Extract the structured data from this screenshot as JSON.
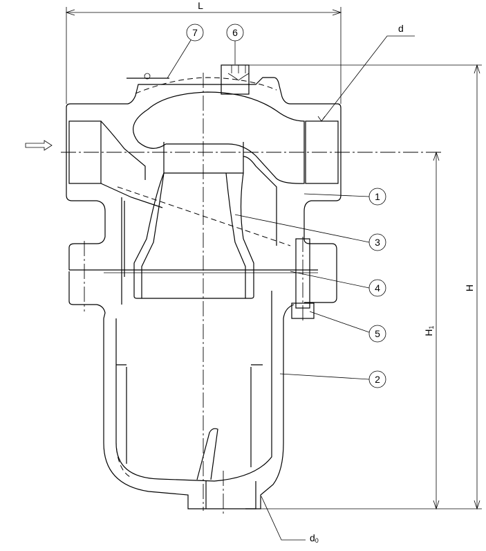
{
  "drawing": {
    "dimensions": {
      "length": "L",
      "height": "H",
      "height_inlet": "H",
      "height_inlet_sub": "1",
      "inlet_size": "d",
      "drain_size": "d",
      "drain_size_sub": "0"
    },
    "balloons": [
      {
        "number": "1"
      },
      {
        "number": "2"
      },
      {
        "number": "3"
      },
      {
        "number": "4"
      },
      {
        "number": "5"
      },
      {
        "number": "6"
      },
      {
        "number": "7"
      }
    ],
    "flow_arrow": "flow-direction-arrow"
  }
}
